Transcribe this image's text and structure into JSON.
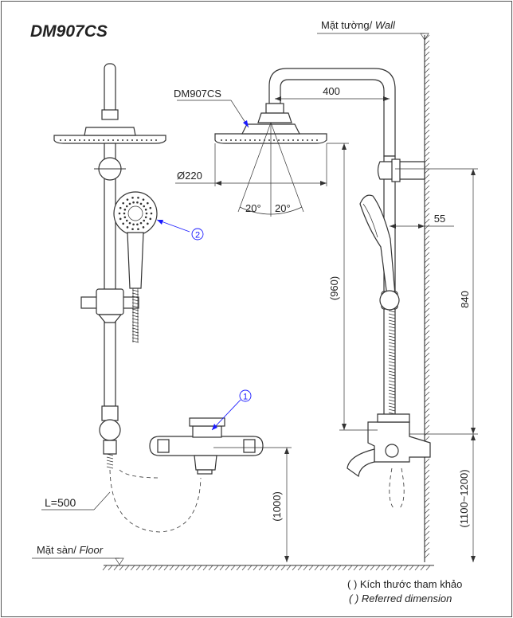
{
  "title": "DM907CS",
  "wall_label": {
    "vi": "Mặt tường/ ",
    "en": "Wall"
  },
  "floor_label": {
    "vi": "Mặt sàn/ ",
    "en": "Floor"
  },
  "callouts": {
    "model": "DM907CS",
    "item_1": "1",
    "item_2": "2",
    "hose_length": "L=500"
  },
  "dimensions": {
    "arm_reach": "400",
    "head_diameter": "Ø220",
    "spray_angle_left": "20°",
    "spray_angle_right": "20°",
    "head_to_mixer": "(960)",
    "bracket_offset": "55",
    "bracket_to_mixer": "840",
    "mixer_to_floor_left": "(1000)",
    "mixer_to_floor_right": "(1100~1200)"
  },
  "notes": {
    "vi": "( ) Kích thước tham khảo",
    "en": "( ) Referred dimension"
  },
  "colors": {
    "line": "#333333",
    "callout": "#1a1aff",
    "background": "#ffffff"
  }
}
